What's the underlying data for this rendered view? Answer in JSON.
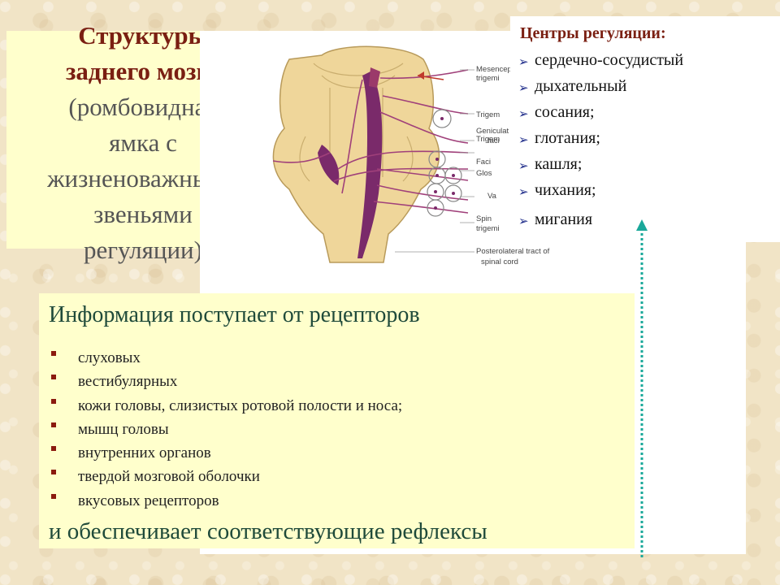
{
  "title": {
    "main_line1": "Структуры",
    "main_line2": "заднего мозга",
    "sub_line1": "(ромбовидная",
    "sub_line2": "ямка с",
    "sub_line3": "жизненоважными",
    "sub_line4": "звеньями",
    "sub_line5": "регуляции)"
  },
  "figure": {
    "labels": [
      "Mesencep",
      "trigemi",
      "Trigem",
      "Trigem",
      "Geniculat",
      "faci",
      "Faci",
      "Glos",
      "Va",
      "Spin",
      "trigemi",
      "Posterolateral tract of",
      "spinal cord"
    ]
  },
  "centers": {
    "title": "Центры регуляции:",
    "items": [
      "сердечно-сосудистый",
      "дыхательный",
      "сосания;",
      "глотания;",
      "кашля;",
      "чихания;",
      "мигания"
    ],
    "arrow_icon": "arrowhead-bullet-icon"
  },
  "info": {
    "heading": "Информация поступает от рецепторов",
    "items": [
      "слуховых",
      "вестибулярных",
      "кожи головы, слизистых ротовой полости и носа;",
      "мышц головы",
      "внутренних органов",
      "твердой мозговой оболочки",
      "вкусовых рецепторов"
    ],
    "footer": "и обеспечивает  соответствующие рефлексы"
  },
  "colors": {
    "title_red": "#7a1f12",
    "pale_yellow": "#ffffcc",
    "heading_green": "#1f4a3a",
    "nerve_purple": "#7a2a6a",
    "arrow_teal": "#1aa89a"
  }
}
